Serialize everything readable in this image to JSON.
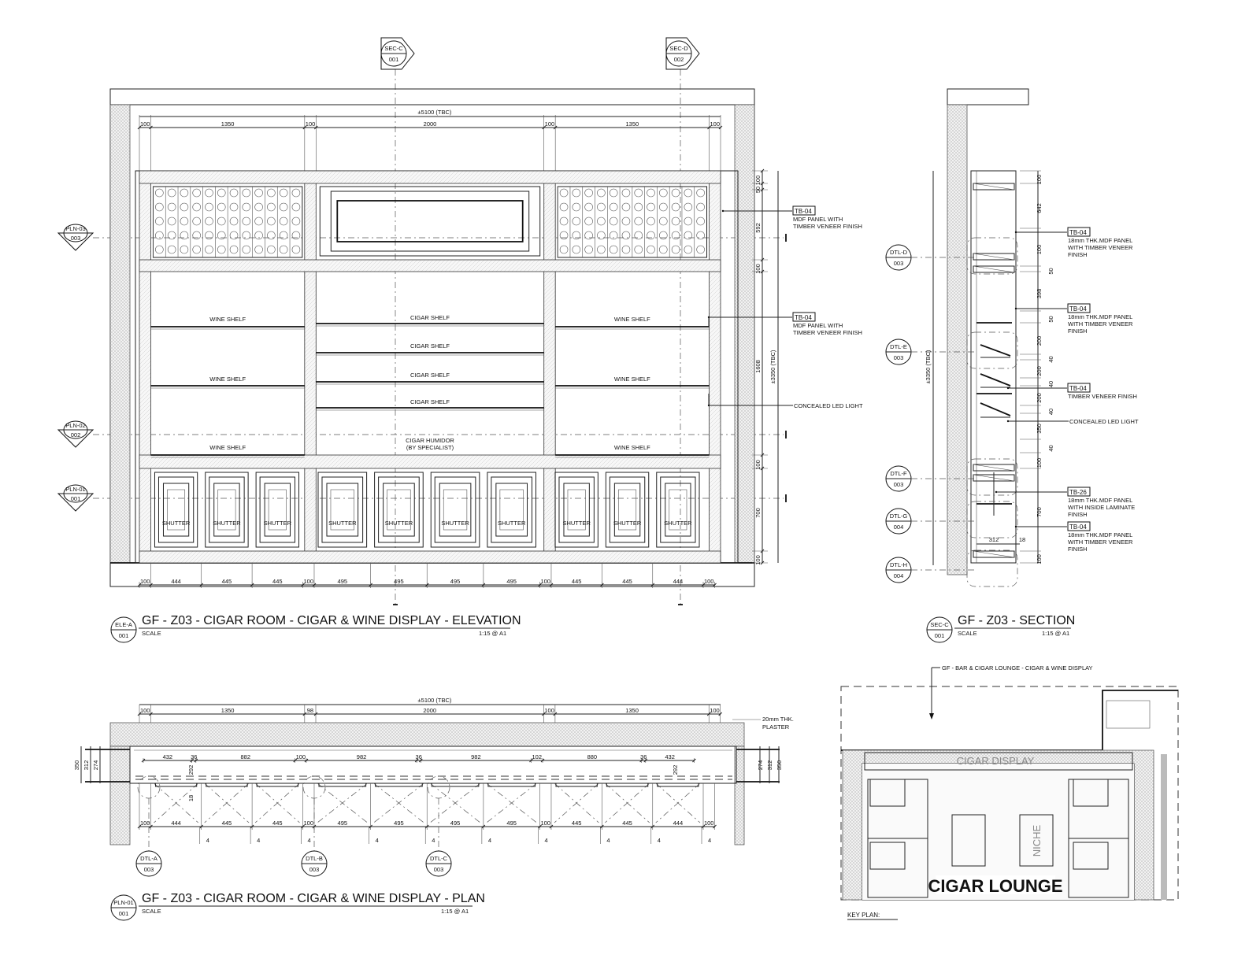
{
  "elevation": {
    "overall": "±5100 (TBC)",
    "top_dims": [
      "100",
      "1350",
      "100",
      "2000",
      "100",
      "1350",
      "100"
    ],
    "bottom_dims": [
      "100",
      "444",
      "445",
      "445",
      "100",
      "495",
      "495",
      "495",
      "495",
      "100",
      "445",
      "445",
      "444",
      "100"
    ],
    "right_dims": [
      "100",
      "50",
      "592",
      "100",
      "1608",
      "100",
      "700",
      "100"
    ],
    "height_overall": "±3350 (TBC)",
    "wine_shelf": "WINE SHELF",
    "cigar_shelf": "CIGAR SHELF",
    "humidor": "CIGAR HUMIDOR",
    "humidor_sub": "(BY SPECIALIST)",
    "shutter": "SHUTTER",
    "annotations": [
      {
        "tag": "TB-04",
        "lines": [
          "MDF PANEL WITH",
          "TIMBER VENEER FINISH"
        ]
      },
      {
        "tag": "TB-04",
        "lines": [
          "MDF PANEL WITH",
          "TIMBER VENEER FINISH"
        ]
      },
      {
        "tag": "",
        "lines": [
          "CONCEALED LED  LIGHT"
        ]
      }
    ],
    "levels": [
      {
        "code": "PLN-03",
        "sheet": "003"
      },
      {
        "code": "PLN-02",
        "sheet": "002"
      },
      {
        "code": "PLN-01",
        "sheet": "001"
      }
    ],
    "sections": [
      {
        "code": "SEC-C",
        "sheet": "001"
      },
      {
        "code": "SEC-D",
        "sheet": "002"
      }
    ],
    "title_block": {
      "code": "ELE-A",
      "sheet": "001",
      "title": "GF - Z03 - CIGAR ROOM - CIGAR & WINE DISPLAY - ELEVATION",
      "scale_label": "SCALE",
      "scale": "1:15 @ A1"
    }
  },
  "section": {
    "dims": [
      "100",
      "642",
      "100",
      "50",
      "398",
      "50",
      "200",
      "40",
      "200",
      "40",
      "200",
      "40",
      "350",
      "40",
      "100",
      "700",
      "100"
    ],
    "height_overall": "±3350 (TBC)",
    "bottom_dims": [
      "312",
      "18"
    ],
    "details": [
      {
        "code": "DTL-D",
        "sheet": "003"
      },
      {
        "code": "DTL-E",
        "sheet": "003"
      },
      {
        "code": "DTL-F",
        "sheet": "003"
      },
      {
        "code": "DTL-G",
        "sheet": "004"
      },
      {
        "code": "DTL-H",
        "sheet": "004"
      }
    ],
    "annotations": [
      {
        "tag": "TB-04",
        "lines": [
          "18mm THK.MDF PANEL",
          "WITH TIMBER VENEER",
          "FINISH"
        ]
      },
      {
        "tag": "TB-04",
        "lines": [
          "18mm THK.MDF PANEL",
          "WITH TIMBER VENEER",
          "FINISH"
        ]
      },
      {
        "tag": "TB-04",
        "lines": [
          "TIMBER VENEER FINISH"
        ]
      },
      {
        "tag": "",
        "lines": [
          "CONCEALED LED  LIGHT"
        ]
      },
      {
        "tag": "TB-26",
        "lines": [
          "18mm THK.MDF PANEL",
          "WITH INSIDE LAMINATE",
          "FINISH"
        ]
      },
      {
        "tag": "TB-04",
        "lines": [
          "18mm THK.MDF PANEL",
          "WITH TIMBER VENEER",
          "FINISH"
        ]
      }
    ],
    "title_block": {
      "code": "SEC-C",
      "sheet": "001",
      "title": "GF - Z03 - SECTION",
      "scale_label": "SCALE",
      "scale": "1:15 @ A1"
    }
  },
  "plan": {
    "overall": "±5100 (TBC)",
    "top_dims": [
      "100",
      "1350",
      "98",
      "2000",
      "100",
      "1350",
      "100"
    ],
    "inner_dims": [
      "432",
      "36",
      "882",
      "100",
      "982",
      "36",
      "982",
      "102",
      "880",
      "36",
      "432"
    ],
    "bottom_dims": [
      "100",
      "444",
      "445",
      "445",
      "100",
      "495",
      "495",
      "495",
      "495",
      "100",
      "445",
      "445",
      "444",
      "100"
    ],
    "depth_dims": [
      "350",
      "312",
      "274"
    ],
    "side_dims": [
      "292",
      "18"
    ],
    "small_dim": "4",
    "plaster_note": [
      "20mm THK.",
      "PLASTER"
    ],
    "details": [
      {
        "code": "DTL-A",
        "sheet": "003"
      },
      {
        "code": "DTL-B",
        "sheet": "003"
      },
      {
        "code": "DTL-C",
        "sheet": "003"
      }
    ],
    "title_block": {
      "code": "PLN-01",
      "sheet": "001",
      "title": "GF - Z03 - CIGAR ROOM - CIGAR & WINE DISPLAY - PLAN",
      "scale_label": "SCALE",
      "scale": "1:15 @ A1"
    }
  },
  "key_plan": {
    "pointer_note": "GF - BAR & CIGAR LOUNGE - CIGAR & WINE DISPLAY",
    "display_label": "CIGAR DISPLAY",
    "niche_label": "NICHE",
    "room_label": "CIGAR LOUNGE",
    "title": "KEY PLAN:"
  }
}
